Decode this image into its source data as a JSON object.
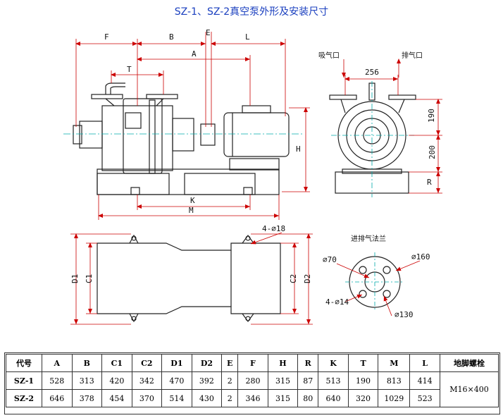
{
  "title": "SZ-1、SZ-2真空泵外形及安装尺寸",
  "drawing": {
    "side_view_labels": {
      "F": "F",
      "B": "B",
      "E": "E",
      "L": "L",
      "A": "A",
      "T": "T",
      "H": "H",
      "K": "K",
      "M": "M"
    },
    "end_view_labels": {
      "inlet": "吸气口",
      "outlet": "排气口",
      "dim_256": "256",
      "dim_190": "190",
      "dim_200": "200",
      "R": "R"
    },
    "plan_view_labels": {
      "bolts": "4-∅18",
      "D1": "D1",
      "C1": "C1",
      "C2": "C2",
      "D2": "D2"
    },
    "flange_labels": {
      "title": "进排气法兰",
      "d70": "∅70",
      "d160": "∅160",
      "holes": "4-∅14",
      "d130": "∅130"
    }
  },
  "table": {
    "headers": [
      "代号",
      "A",
      "B",
      "C1",
      "C2",
      "D1",
      "D2",
      "E",
      "F",
      "H",
      "R",
      "K",
      "T",
      "M",
      "L",
      "地脚螺栓"
    ],
    "rows": [
      {
        "code": "SZ-1",
        "values": [
          "528",
          "313",
          "420",
          "342",
          "470",
          "392",
          "2",
          "280",
          "315",
          "87",
          "513",
          "190",
          "813",
          "414"
        ]
      },
      {
        "code": "SZ-2",
        "values": [
          "646",
          "378",
          "454",
          "370",
          "514",
          "430",
          "2",
          "346",
          "315",
          "80",
          "640",
          "320",
          "1029",
          "523"
        ]
      }
    ],
    "bolt_spec": "M16×400"
  }
}
